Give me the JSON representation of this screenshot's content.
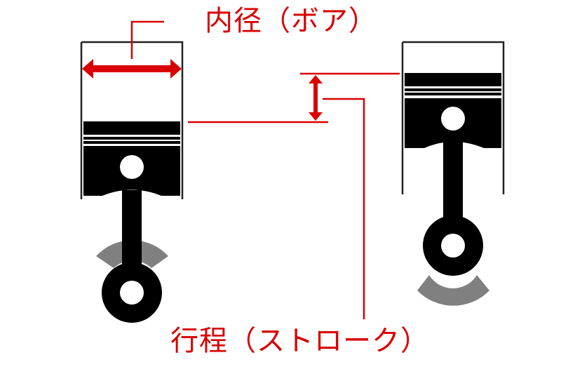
{
  "labels": {
    "bore": "内径（ボア）",
    "stroke": "行程（ストローク）"
  },
  "colors": {
    "accent_red": "#d90000",
    "piston_black": "#000000",
    "counterweight_gray": "#808080",
    "cylinder_line": "#222222",
    "background": "#ffffff"
  },
  "pistons": [
    {
      "name": "piston-top-dead-center-left",
      "position": "left",
      "crank_weight": "top"
    },
    {
      "name": "piston-bottom-position-right",
      "position": "right",
      "crank_weight": "bottom"
    }
  ]
}
